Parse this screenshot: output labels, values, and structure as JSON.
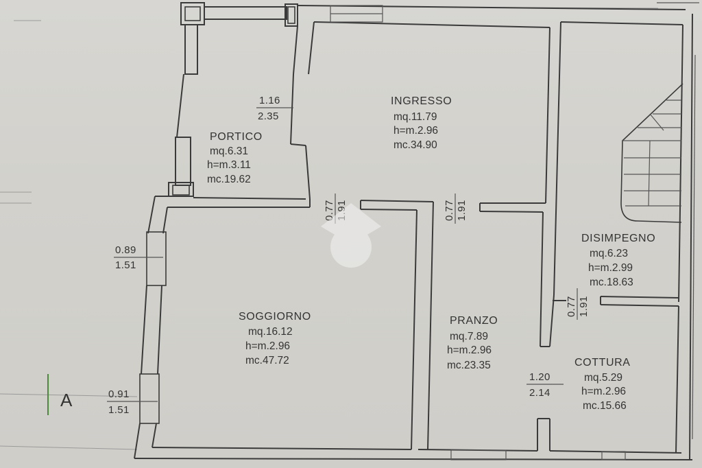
{
  "rooms": {
    "portico": {
      "name": "PORTICO",
      "area": "mq.6.31",
      "height": "h=m.3.11",
      "volume": "mc.19.62"
    },
    "ingresso": {
      "name": "INGRESSO",
      "area": "mq.11.79",
      "height": "h=m.2.96",
      "volume": "mc.34.90"
    },
    "soggiorno": {
      "name": "SOGGIORNO",
      "area": "mq.16.12",
      "height": "h=m.2.96",
      "volume": "mc.47.72"
    },
    "pranzo": {
      "name": "PRANZO",
      "area": "mq.7.89",
      "height": "h=m.2.96",
      "volume": "mc.23.35"
    },
    "disimpegno": {
      "name": "DISIMPEGNO",
      "area": "mq.6.23",
      "height": "h=m.2.99",
      "volume": "mc.18.63"
    },
    "cottura": {
      "name": "COTTURA",
      "area": "mq.5.29",
      "height": "h=m.2.96",
      "volume": "mc.15.66"
    }
  },
  "openings": {
    "portico_window": {
      "top": "1.16",
      "bottom": "2.35"
    },
    "door_soggiorno": {
      "top": "0.77",
      "bottom": "1.91"
    },
    "door_pranzo": {
      "top": "0.77",
      "bottom": "1.91"
    },
    "door_disimpegno": {
      "top": "0.77",
      "bottom": "1.91"
    },
    "soggiorno_window_upper": {
      "top": "0.89",
      "bottom": "1.51"
    },
    "soggiorno_window_lower": {
      "top": "0.91",
      "bottom": "1.51"
    },
    "cottura_window": {
      "top": "1.20",
      "bottom": "2.14"
    }
  },
  "section_marker": "A"
}
